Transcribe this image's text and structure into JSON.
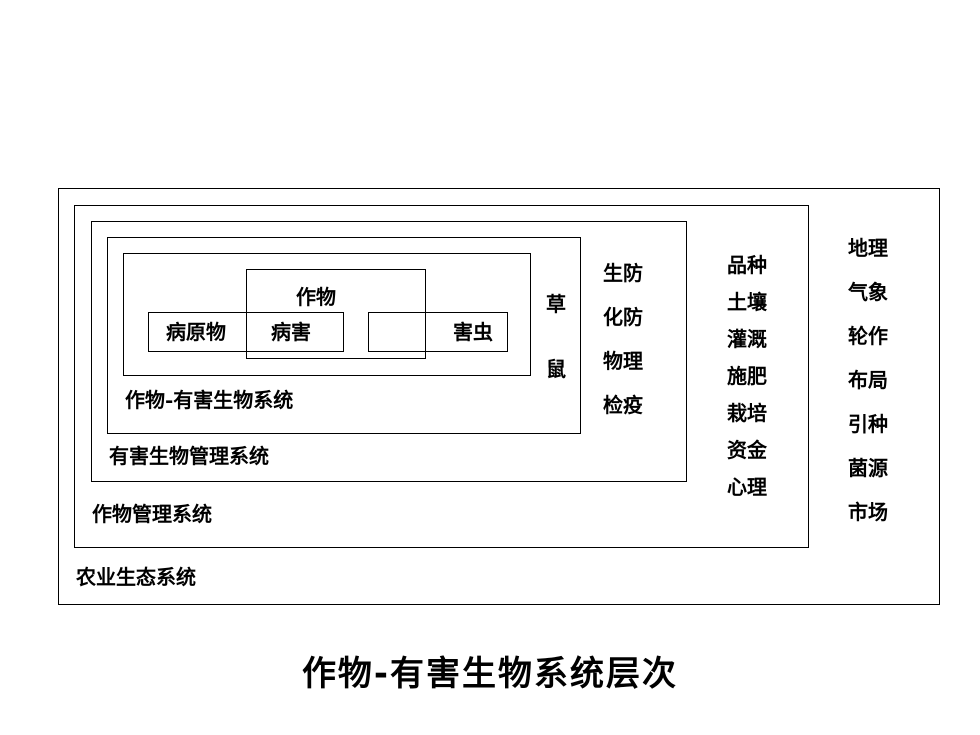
{
  "title": "作物-有害生物系统层次",
  "layers": {
    "agro_ecosystem": "农业生态系统",
    "crop_management": "作物管理系统",
    "pest_management": "有害生物管理系统",
    "crop_pest_system": "作物-有害生物系统"
  },
  "nodes": {
    "crop": "作物",
    "pathogen": "病原物",
    "disease": "病害",
    "insect": "害虫"
  },
  "weeds_rodents": [
    "草",
    "鼠"
  ],
  "control_methods": [
    "生防",
    "化防",
    "物理",
    "检疫"
  ],
  "crop_factors": [
    "品种",
    "土壤",
    "灌溉",
    "施肥",
    "栽培",
    "资金",
    "心理"
  ],
  "eco_factors": [
    "地理",
    "气象",
    "轮作",
    "布局",
    "引种",
    "菌源",
    "市场"
  ]
}
